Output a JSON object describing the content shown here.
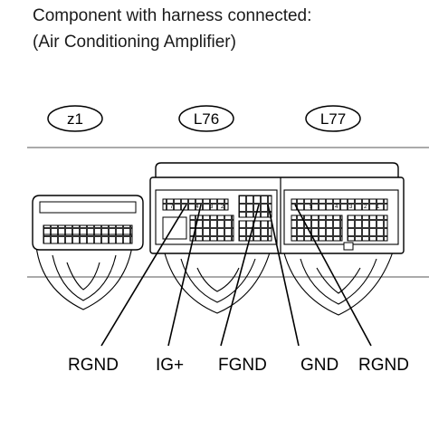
{
  "caption": {
    "line1": "Component with harness connected:",
    "line2": "(Air Conditioning Amplifier)"
  },
  "connectors": [
    {
      "id": "z1"
    },
    {
      "id": "L76"
    },
    {
      "id": "L77"
    }
  ],
  "pin_numbers": {
    "l76_top": [
      "7",
      "4",
      "3",
      "2"
    ],
    "l77_top": [
      "5",
      "4",
      "3",
      "2",
      "1"
    ]
  },
  "wire_labels": [
    "RGND",
    "IG+",
    "FGND",
    "GND",
    "RGND"
  ]
}
